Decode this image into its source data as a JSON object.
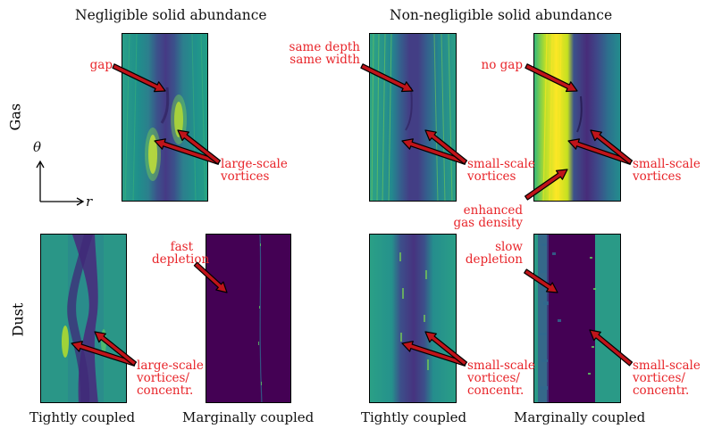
{
  "columns": {
    "left_header": "Negligible solid abundance",
    "right_header": "Non-negligible solid abundance"
  },
  "rows": {
    "gas_label": "Gas",
    "dust_label": "Dust"
  },
  "axes_indicator": {
    "theta": "θ",
    "r": "r"
  },
  "bottom_labels": [
    "Tightly coupled",
    "Marginally coupled",
    "Tightly coupled",
    "Marginally coupled"
  ],
  "annotations": {
    "gap": "gap",
    "large_scale_vortices_gas": [
      "large-scale",
      "vortices"
    ],
    "same_depth_width": [
      "same depth",
      "same width"
    ],
    "small_scale_vortices_1": [
      "small-scale",
      "vortices"
    ],
    "no_gap": "no gap",
    "small_scale_vortices_2": [
      "small-scale",
      "vortices"
    ],
    "enhanced_gas_density": [
      "enhanced",
      "gas density"
    ],
    "fast_depletion": [
      "fast",
      "depletion"
    ],
    "large_scale_vortices_dust": [
      "large-scale",
      "vortices/",
      "concentr."
    ],
    "slow_depletion": [
      "slow",
      "depletion"
    ],
    "small_scale_vortices_dust_1": [
      "small-scale",
      "vortices/",
      "concentr."
    ],
    "small_scale_vortices_dust_2": [
      "small-scale",
      "vortices/",
      "concentr."
    ]
  },
  "colors": {
    "annotation_red": "#e8252a",
    "arrow_fill": "#c0141a",
    "viridis_dark": "#440154",
    "viridis_blue": "#3b528b",
    "viridis_teal": "#21918c",
    "viridis_green": "#5ec962",
    "viridis_yellow": "#fde725"
  }
}
